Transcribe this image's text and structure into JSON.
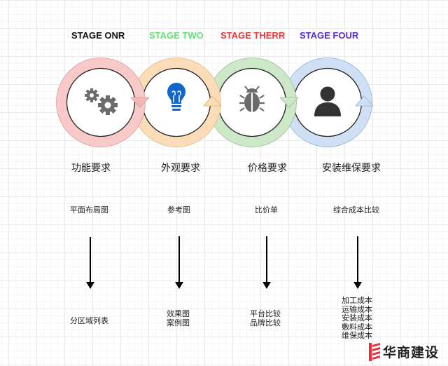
{
  "stages": [
    {
      "title": "STAGE ONR",
      "color": "#111111",
      "ring_color": "#f8c9c9",
      "ring_stroke": "#d99a9a",
      "icon": "gears-icon",
      "requirement": "功能要求",
      "deliverable": "平面布局图",
      "outputs": [
        "分区域列表"
      ]
    },
    {
      "title": "STAGE TWO",
      "color": "#66e07a",
      "ring_color": "#fbdcb8",
      "ring_stroke": "#e4b880",
      "icon": "lightbulb-icon",
      "requirement": "外观要求",
      "deliverable": "参考图",
      "outputs": [
        "效果图",
        "案例图"
      ]
    },
    {
      "title": "STAGE THERR",
      "color": "#e03a3a",
      "ring_color": "#cde7c9",
      "ring_stroke": "#95c38d",
      "icon": "bug-icon",
      "requirement": "价格要求",
      "deliverable": "比价单",
      "outputs": [
        "平台比较",
        "品牌比较"
      ]
    },
    {
      "title": "STAGE FOUR",
      "color": "#5a2ccf",
      "ring_color": "#cfe0f5",
      "ring_stroke": "#8fb0d8",
      "icon": "user-icon",
      "requirement": "安装维保要求",
      "deliverable": "综合成本比较",
      "outputs": [
        "加工成本",
        "运输成本",
        "安装成本",
        "敷料成本",
        "维保成本"
      ]
    }
  ],
  "colors": {
    "gear_gray": "#6b6b6b",
    "bulb_blue": "#1166cc",
    "logo_red": "#e0303a"
  },
  "logo": {
    "text": "华商建设"
  }
}
